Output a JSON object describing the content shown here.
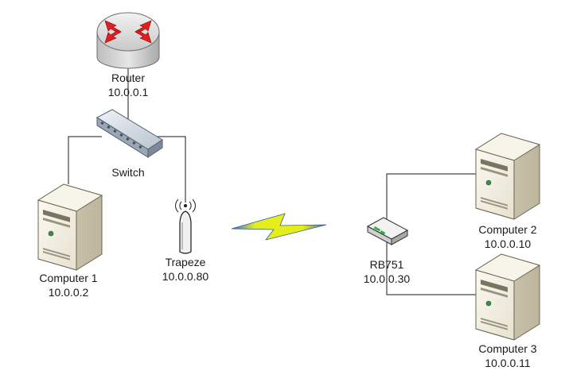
{
  "nodes": {
    "router": {
      "name": "Router",
      "ip": "10.0.0.1"
    },
    "switch": {
      "name": "Switch"
    },
    "trapeze": {
      "name": "Trapeze",
      "ip": "10.0.0.80"
    },
    "computer1": {
      "name": "Computer 1",
      "ip": "10.0.0.2"
    },
    "rb751": {
      "name": "RB751",
      "ip": "10.0.0.30"
    },
    "computer2": {
      "name": "Computer 2",
      "ip": "10.0.0.10"
    },
    "computer3": {
      "name": "Computer 3",
      "ip": "10.0.0.11"
    }
  },
  "colors": {
    "line": "#1a1a1a",
    "router_body": "#d9d9d9",
    "router_arrow": "#e02020",
    "lightning": "#e6ee1a",
    "lightning_edge": "#2a5db0",
    "server_body": "#ece7d8",
    "server_front": "#f4f1e6"
  }
}
